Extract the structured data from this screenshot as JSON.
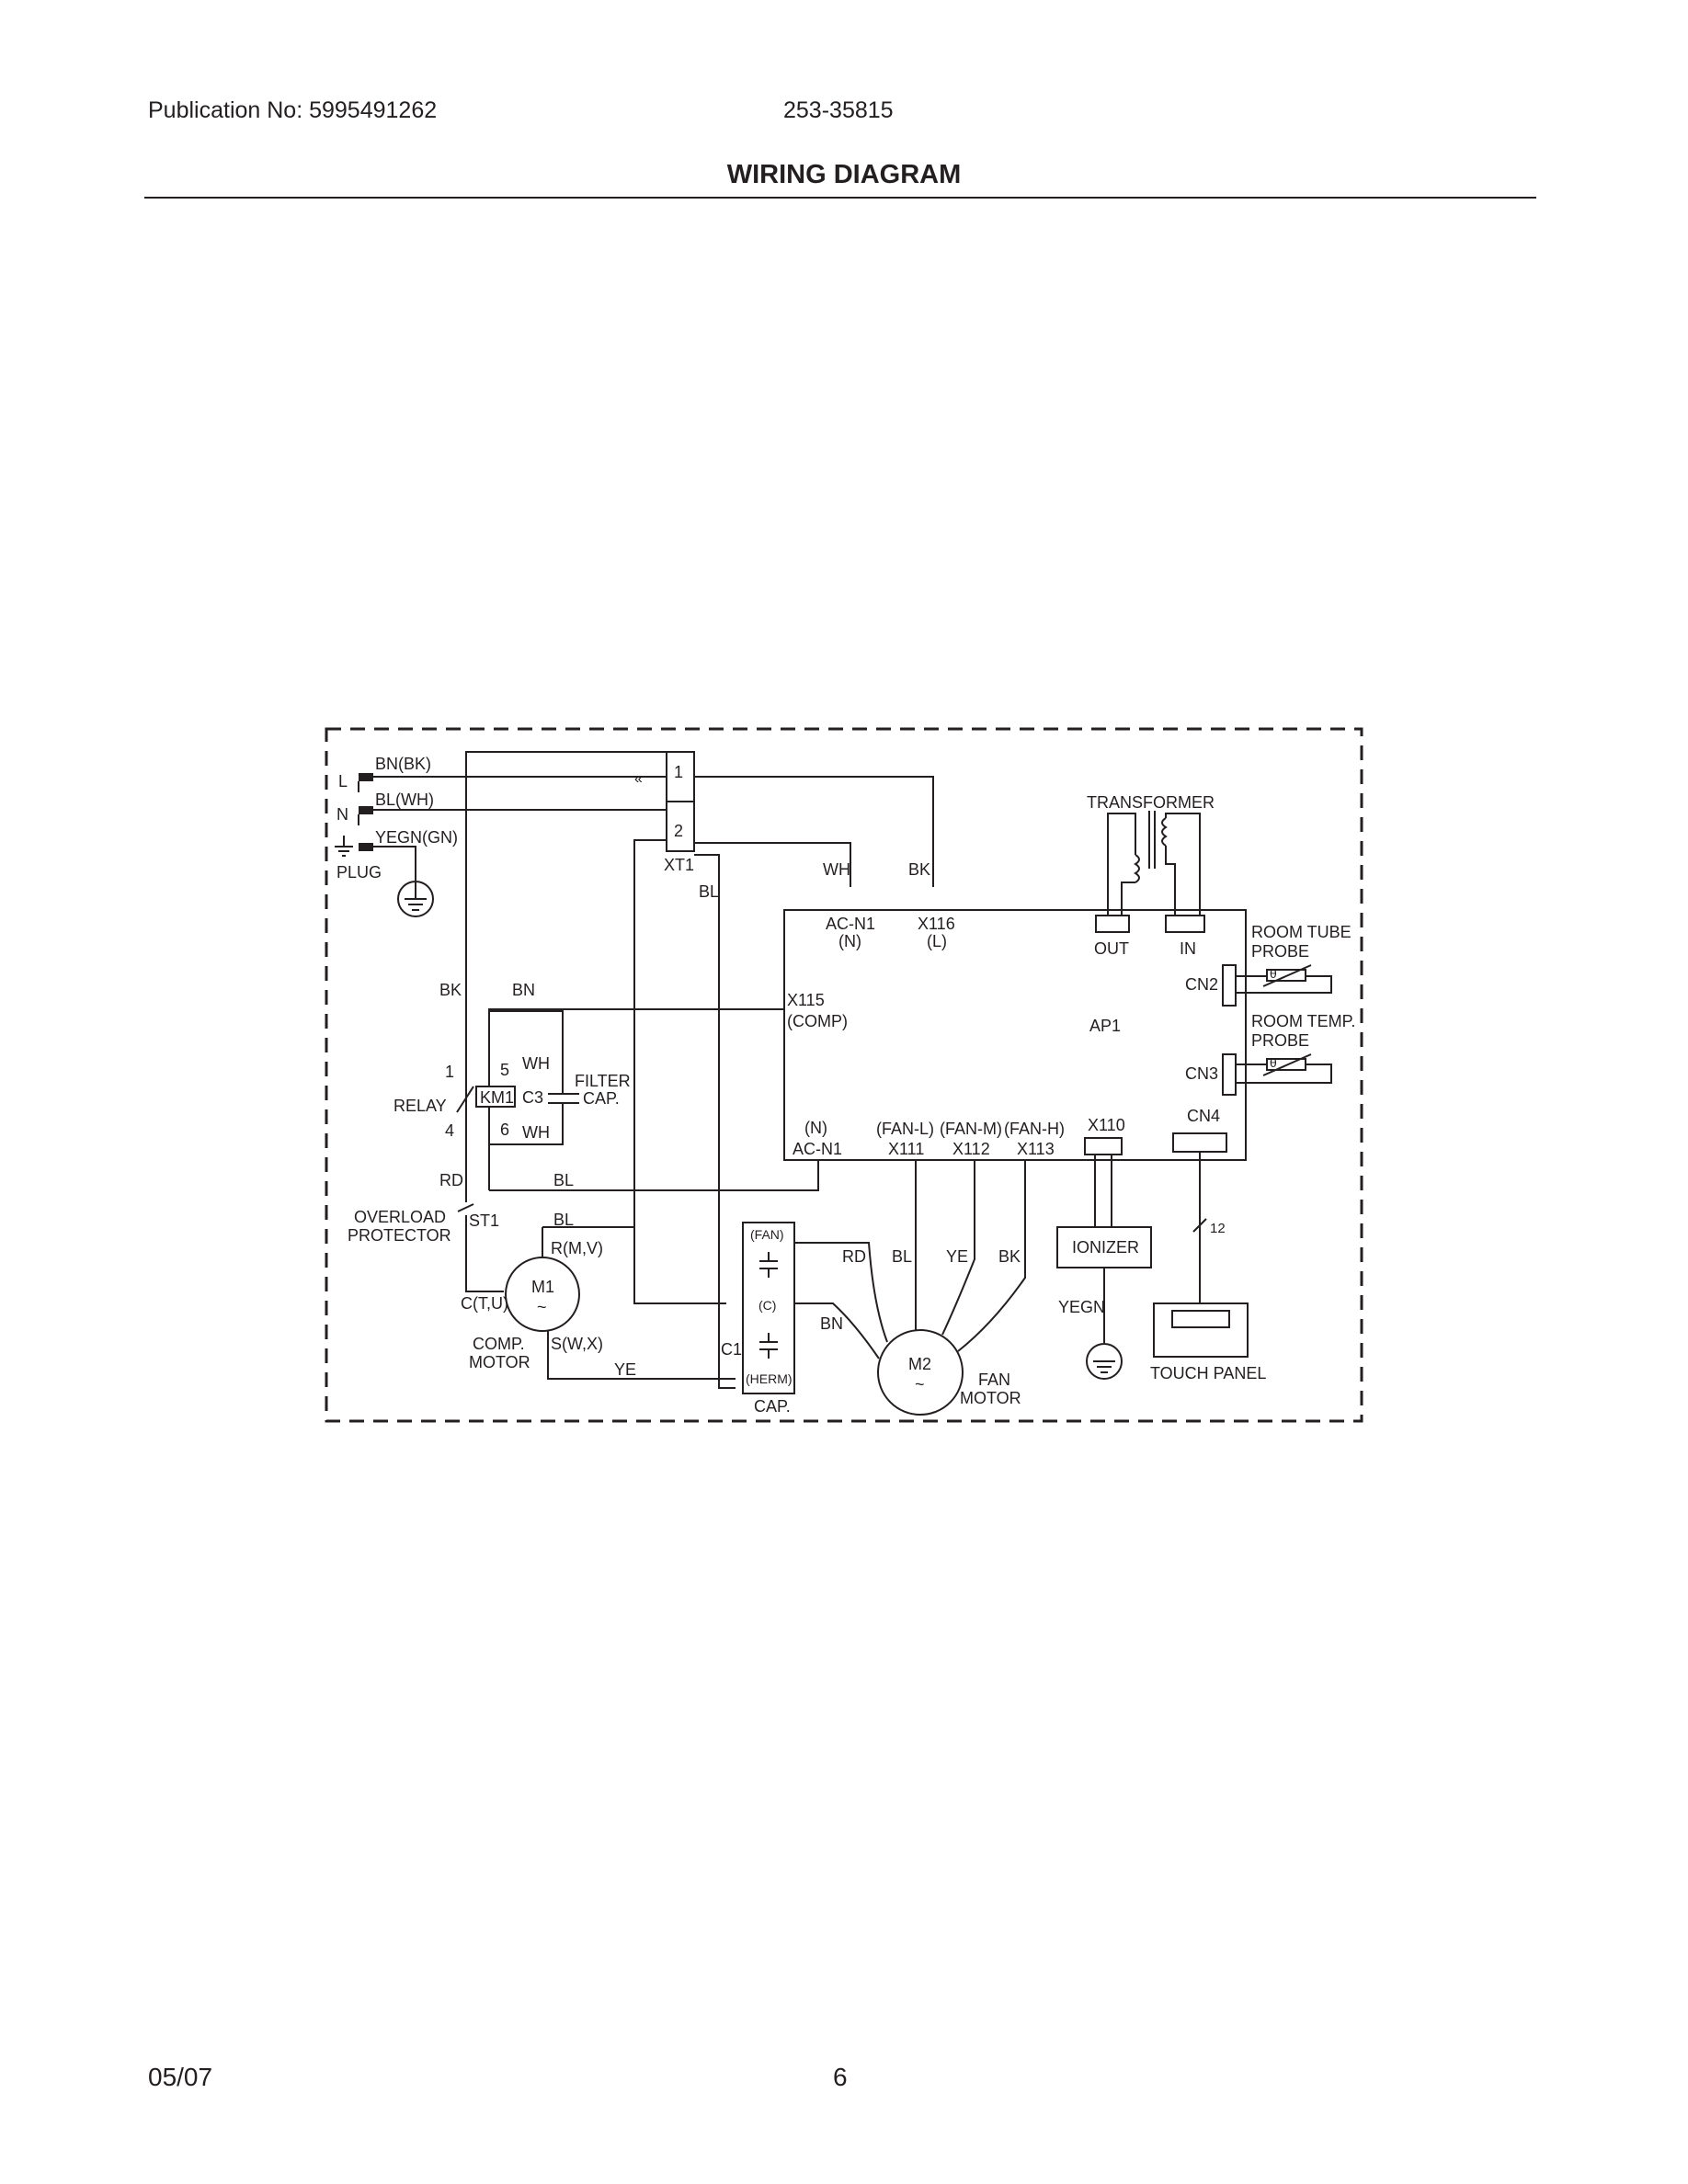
{
  "header": {
    "publication": "Publication No: 5995491262",
    "doc_number": "253-35815",
    "title": "WIRING DIAGRAM"
  },
  "footer": {
    "date": "05/07",
    "page": "6"
  },
  "diagram": {
    "plug": {
      "L": "L",
      "N": "N",
      "L_wire": "BN(BK)",
      "N_wire": "BL(WH)",
      "G_wire": "YEGN(GN)",
      "label": "PLUG"
    },
    "terminal": {
      "label": "XT1",
      "t1": "1",
      "t2": "2"
    },
    "wires": {
      "bl_xt1": "BL",
      "wh": "WH",
      "bk_top": "BK",
      "bk_left": "BK",
      "bn_mid": "BN",
      "wh_c3_top": "WH",
      "wh_c3_bot": "WH",
      "rd_relay": "RD",
      "bl_relay": "BL",
      "bl_st1": "BL",
      "ye_bottom": "YE",
      "rd_fan": "RD",
      "bl_fan": "BL",
      "ye_fan": "YE",
      "bk_fan": "BK",
      "bn_fan": "BN",
      "yegn": "YEGN",
      "cable_count": "12"
    },
    "board": {
      "label": "AP1",
      "acn1_top": "AC-N1",
      "acn1_top_n": "(N)",
      "x116": "X116",
      "x116_l": "(L)",
      "x115": "X115",
      "x115_comp": "(COMP)",
      "out": "OUT",
      "in": "IN",
      "cn2": "CN2",
      "cn3": "CN3",
      "cn4": "CN4",
      "acn1_bot_n": "(N)",
      "acn1_bot": "AC-N1",
      "fan_l": "(FAN-L)",
      "fan_m": "(FAN-M)",
      "fan_h": "(FAN-H)",
      "x111": "X111",
      "x112": "X112",
      "x113": "X113",
      "x110": "X110"
    },
    "transformer": "TRANSFORMER",
    "room_tube_probe": [
      "ROOM TUBE",
      "PROBE"
    ],
    "room_temp_probe": [
      "ROOM TEMP.",
      "PROBE"
    ],
    "relay": {
      "label": "RELAY",
      "coil": "KM1",
      "p1": "1",
      "p4": "4",
      "p5": "5",
      "p6": "6"
    },
    "filter_cap": {
      "ref": "C3",
      "label": [
        "FILTER",
        "CAP."
      ]
    },
    "overload": {
      "label": [
        "OVERLOAD",
        "PROTECTOR"
      ],
      "ref": "ST1"
    },
    "comp_motor": {
      "ref": "M1",
      "symbol": "~",
      "r": "R(M,V)",
      "c": "C(T,U)",
      "s": "S(W,X)",
      "label": [
        "COMP.",
        "MOTOR"
      ]
    },
    "run_cap": {
      "fan": "(FAN)",
      "c": "(C)",
      "herm": "(HERM)",
      "ref": "C1",
      "label": "CAP."
    },
    "fan_motor": {
      "ref": "M2",
      "symbol": "~",
      "label": [
        "FAN",
        "MOTOR"
      ]
    },
    "ionizer": "IONIZER",
    "touch_panel": "TOUCH PANEL"
  }
}
